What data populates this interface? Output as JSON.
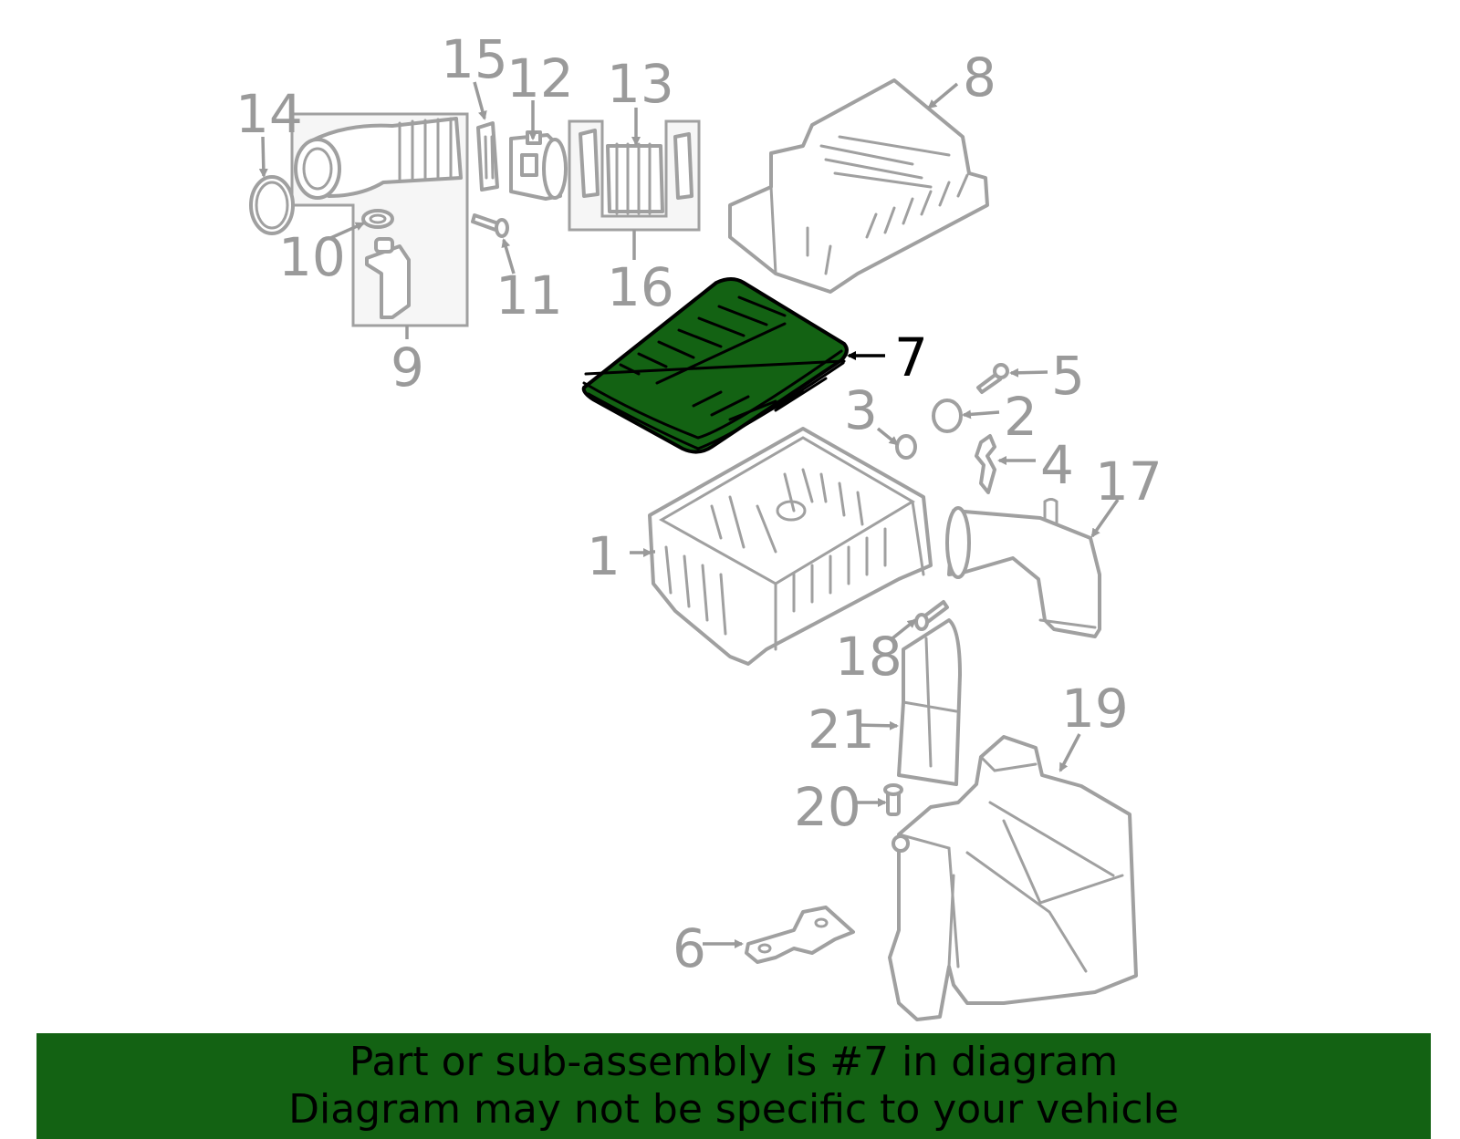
{
  "diagram": {
    "callouts": [
      "1",
      "2",
      "3",
      "4",
      "5",
      "6",
      "7",
      "8",
      "9",
      "10",
      "11",
      "12",
      "13",
      "14",
      "15",
      "16",
      "17",
      "18",
      "19",
      "20",
      "21"
    ],
    "highlighted_part": "7",
    "highlight_color": "#136213",
    "part_color": "#a0a0a0"
  },
  "footer": {
    "line1": "Part or sub-assembly is #7 in diagram",
    "line2": "Diagram may not be specific to your vehicle",
    "background": "#136213"
  }
}
